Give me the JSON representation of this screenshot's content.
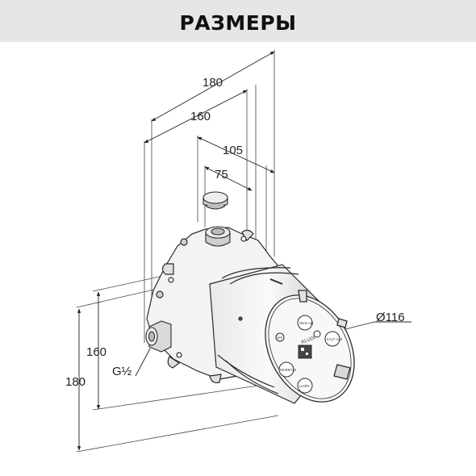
{
  "header": {
    "title": "РАЗМЕРЫ"
  },
  "dimensions": {
    "width_outer": "180",
    "width_inner": "160",
    "depth_outer": "105",
    "depth_inner": "75",
    "height_inner": "160",
    "height_outer": "180",
    "connection": "G½",
    "diameter": "Ø116"
  },
  "cover": {
    "brand": "KLUDI",
    "labels": {
      "top": "Оtem tap",
      "right": "KALT cold",
      "left": "WARM hot",
      "bottom": "Lenkhr",
      "small": "oFF"
    }
  },
  "colors": {
    "header_bg": "#e6e6e6",
    "line": "#2a2a2a",
    "fill_light": "#f4f4f4",
    "fill_mid": "#d8d8d8",
    "fill_dark": "#9a9a9a"
  }
}
